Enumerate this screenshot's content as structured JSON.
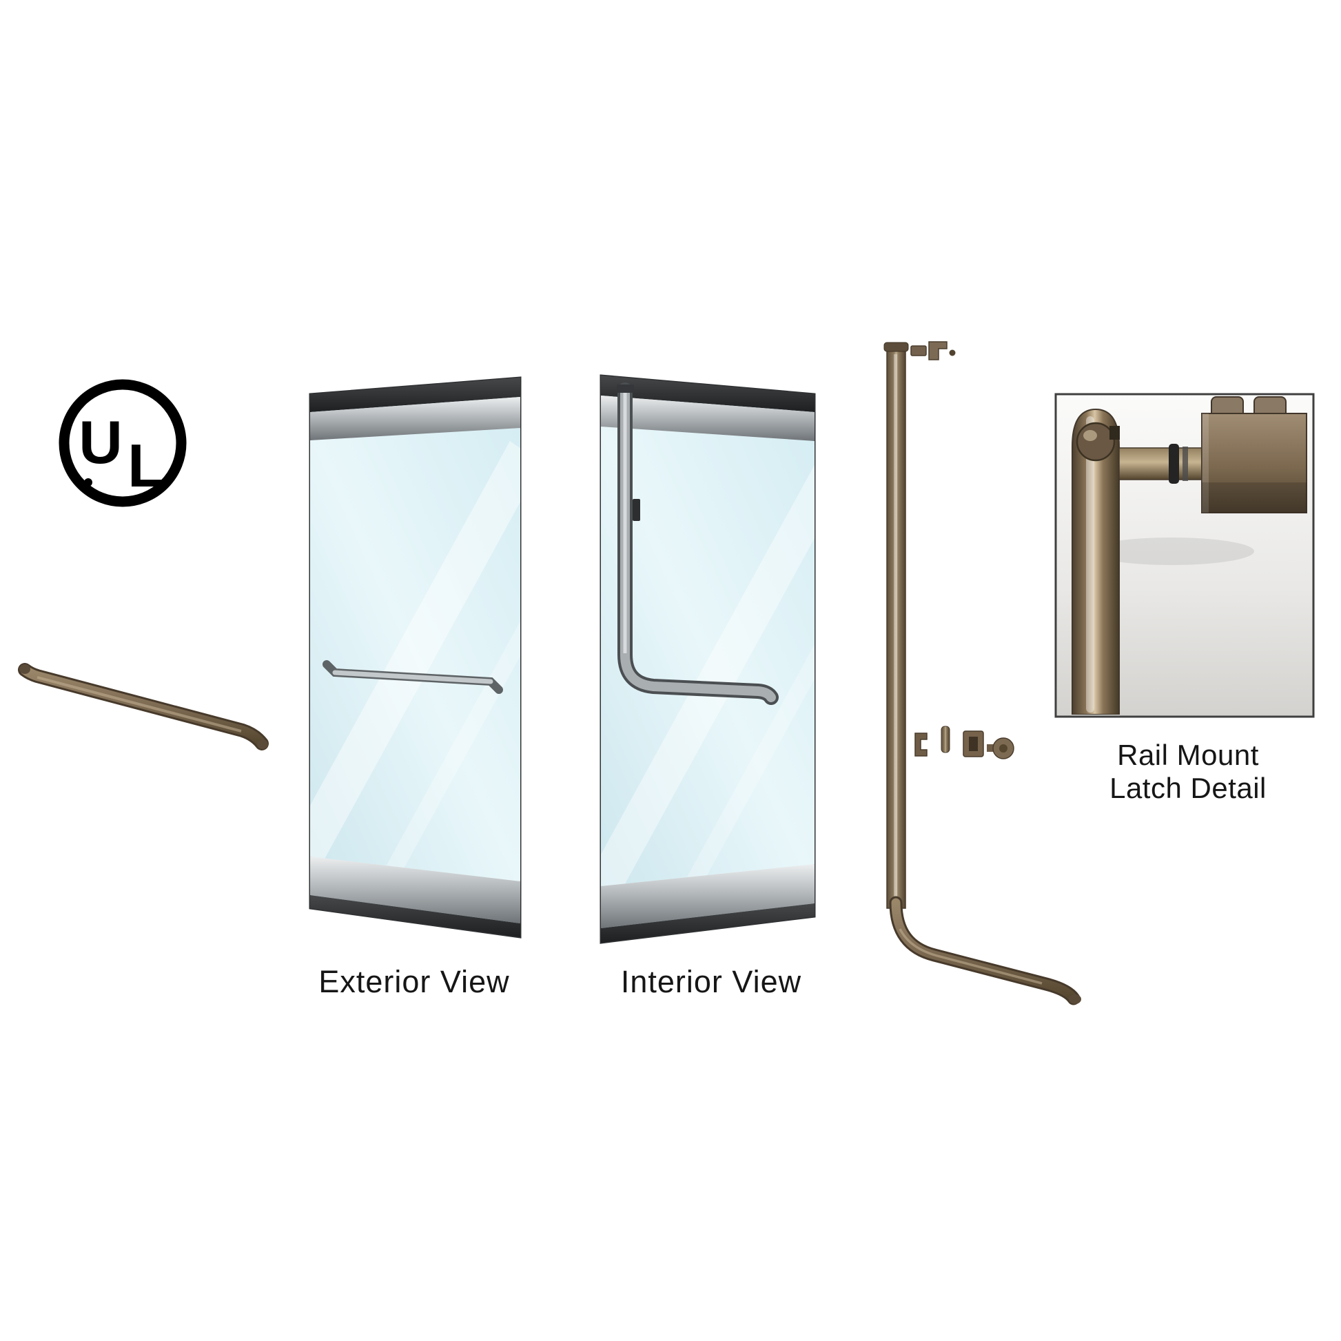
{
  "captions": {
    "exterior": "Exterior View",
    "interior": "Interior View",
    "detail_line1": "Rail Mount",
    "detail_line2": "Latch Detail"
  },
  "ul_mark": {
    "letter_u": "U",
    "letter_l": "L"
  },
  "colors": {
    "background": "#ffffff",
    "bronze": "#7d6a52",
    "bronze_dark": "#4a3c2c",
    "bronze_highlight": "#c8b69b",
    "glass": "#ddeff5",
    "door_rail_silver": "#b9bec1",
    "door_cap_dark": "#2b2d2f",
    "handle_silver": "#a9aeb1",
    "text": "#161616",
    "inset_border": "#3f3f3f"
  }
}
